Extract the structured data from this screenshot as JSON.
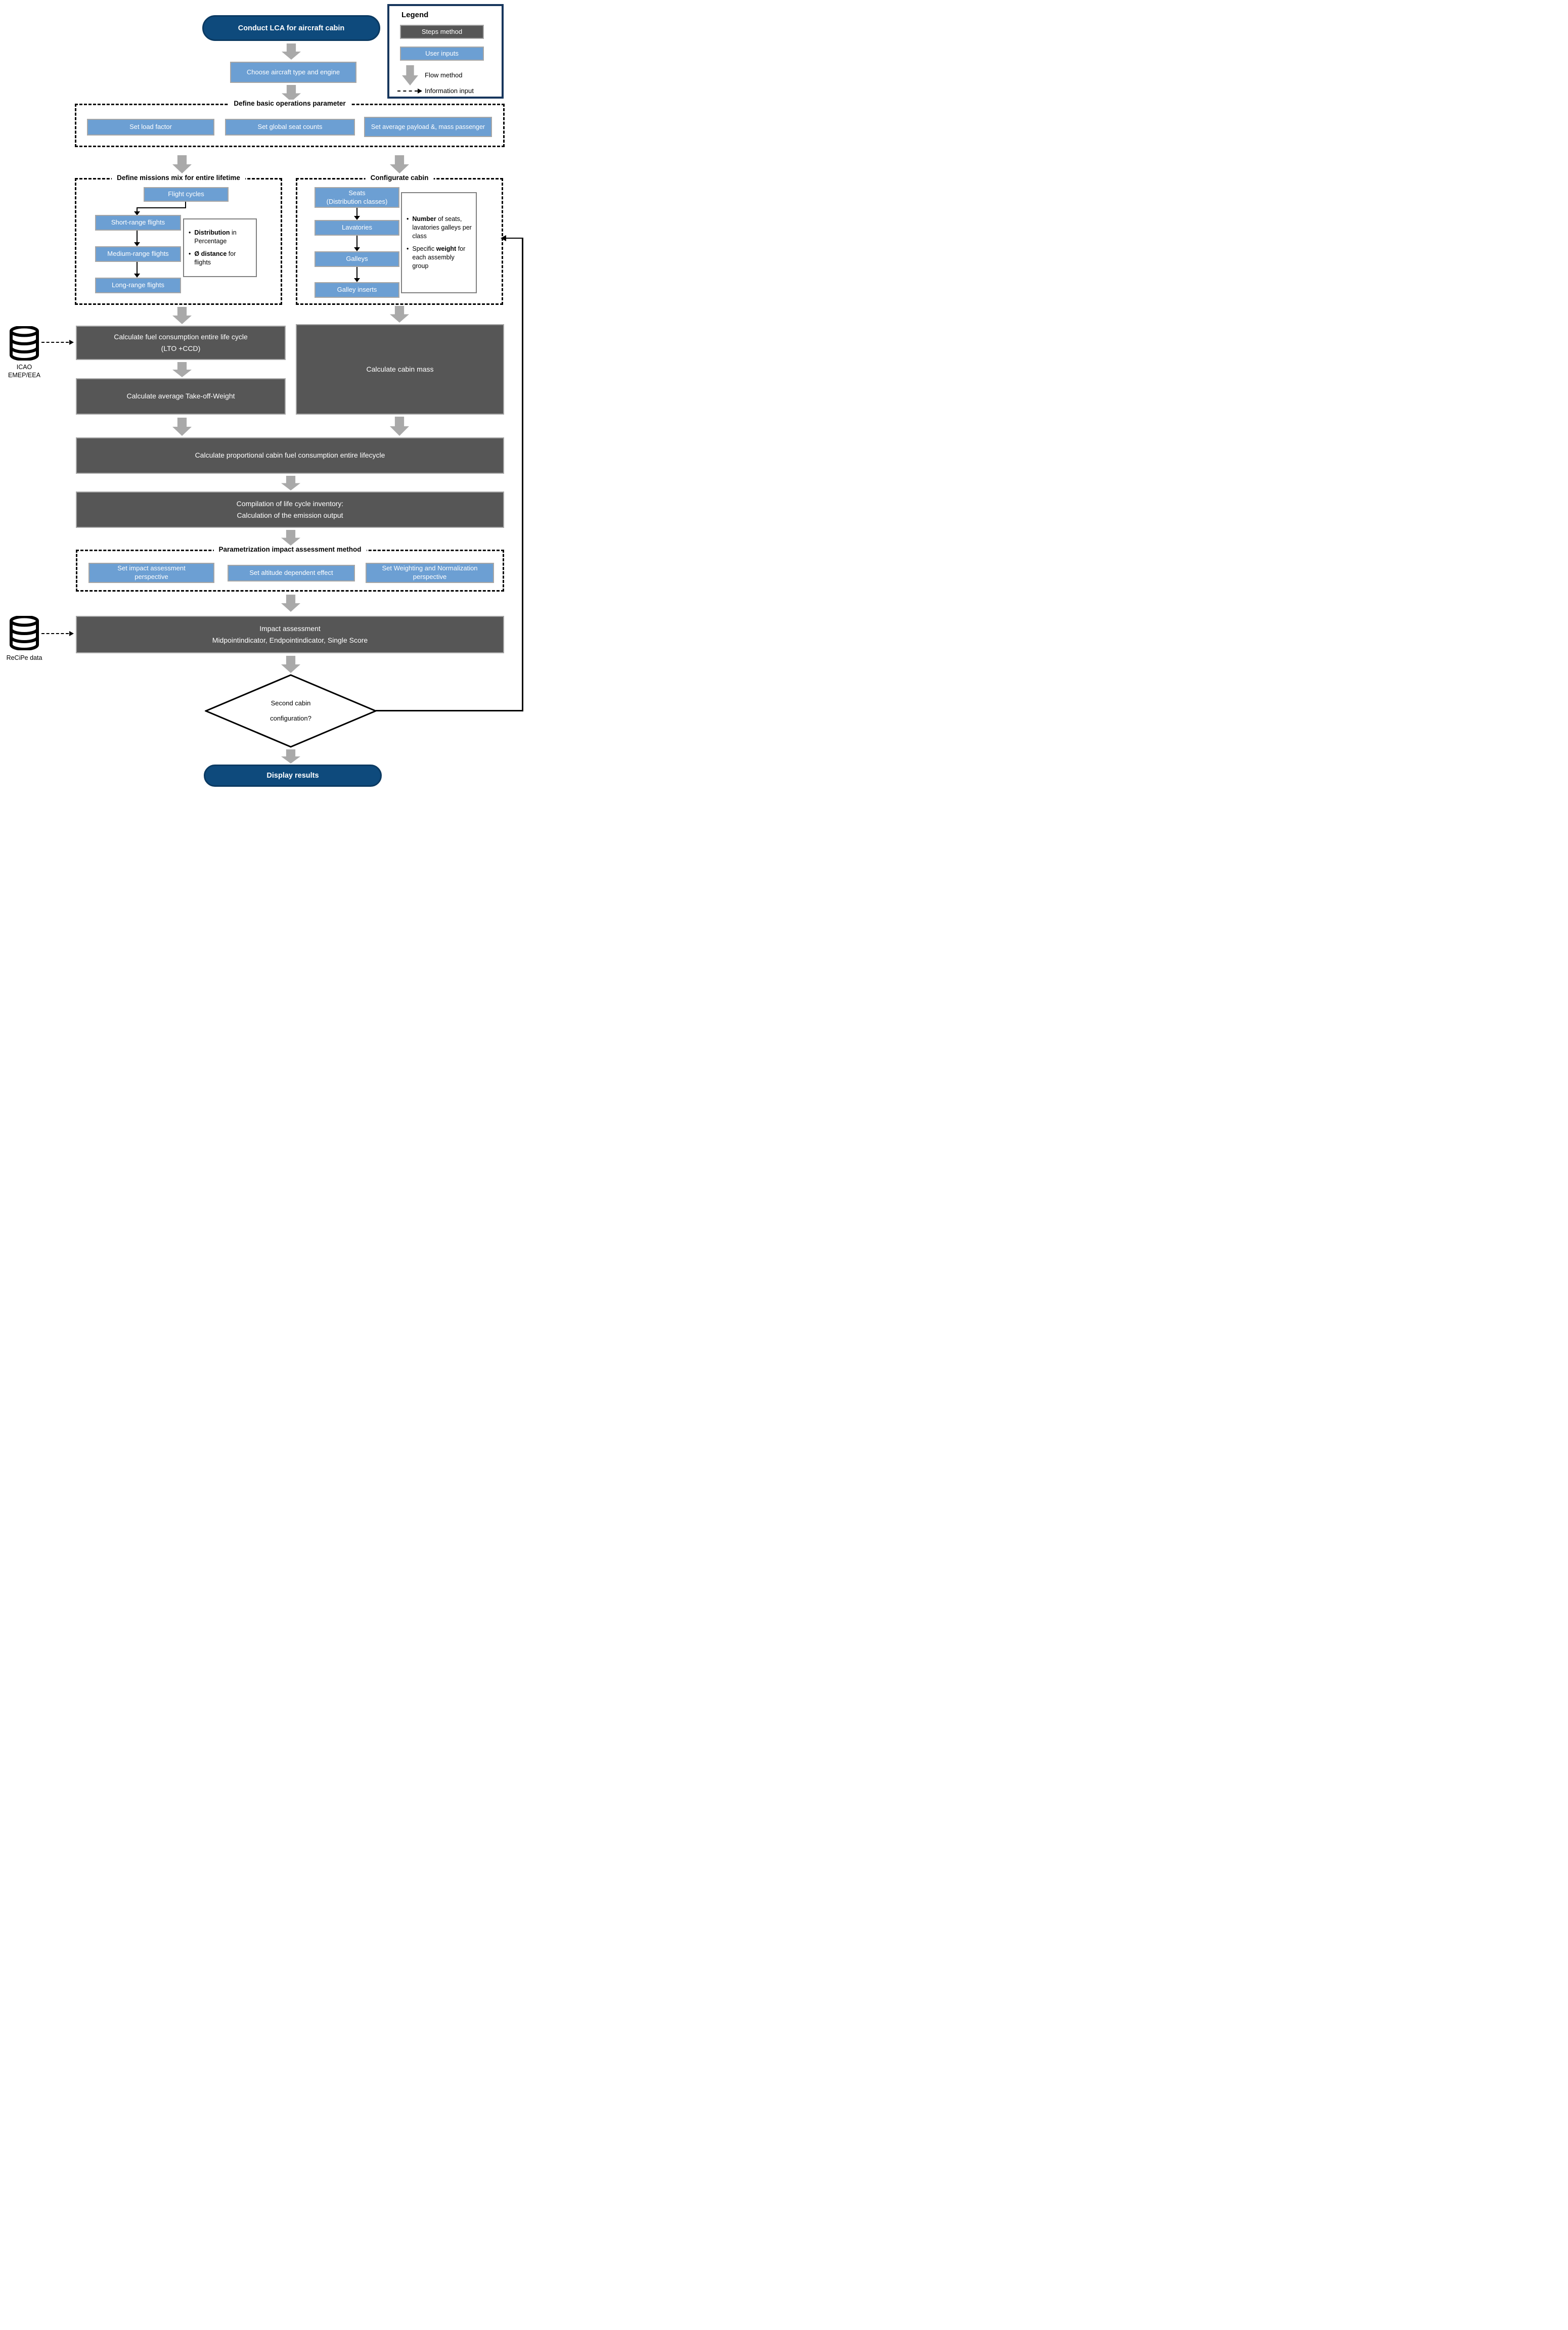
{
  "colors": {
    "navy": "#0E4A7C",
    "input_blue": "#6C9FD3",
    "step_gray": "#565656",
    "arrow_gray": "#A9A9A9",
    "legend_border": "#17365D"
  },
  "start_node": {
    "label": "Conduct LCA for aircraft cabin"
  },
  "choose_node": {
    "label": "Choose aircraft type and engine"
  },
  "legend": {
    "title": "Legend",
    "steps": "Steps method",
    "inputs": "User inputs",
    "flow": "Flow method",
    "info": "Information input"
  },
  "basic_ops": {
    "title": "Define basic operations parameter",
    "items": [
      "Set load factor",
      "Set global seat counts",
      "Set average payload &, mass passenger"
    ]
  },
  "missions": {
    "title": "Define missions mix for entire lifetime",
    "flight_cycles": "Flight cycles",
    "flights": [
      "Short-range flights",
      "Medium-range flights",
      "Long-range flights"
    ],
    "note": [
      {
        "pre": "",
        "bold": "Distribution",
        "post": " in Percentage"
      },
      {
        "pre": "",
        "bold": "Ø distance",
        "post": " for flights"
      }
    ]
  },
  "cabin": {
    "title": "Configurate cabin",
    "items": [
      "Seats\n(Distribution classes)",
      "Lavatories",
      "Galleys",
      "Galley inserts"
    ],
    "note": [
      {
        "pre": "",
        "bold": "Number",
        "post": " of seats, lavatories galleys per class"
      },
      {
        "pre": "Specific ",
        "bold": "weight",
        "post": " for each assembly group"
      }
    ]
  },
  "calc": {
    "fuel": "Calculate fuel consumption entire life cycle\n(LTO +CCD)",
    "cabin_mass": "Calculate cabin mass",
    "tow": "Calculate average Take-off-Weight",
    "proportional": "Calculate proportional cabin fuel consumption entire lifecycle",
    "compilation": "Compilation of life cycle inventory:\nCalculation of the emission output",
    "impact": "Impact assessment\nMidpointindicator, Endpointindicator, Single Score"
  },
  "param": {
    "title": "Parametrization impact assessment method",
    "items": [
      "Set impact assessment\nperspective",
      "Set altitude dependent effect",
      "Set Weighting and Normalization\nperspective"
    ]
  },
  "databases": {
    "icao": "ICAO\nEMEP/EEA",
    "recipe": "ReCiPe data"
  },
  "decision": {
    "label": "Second cabin\nconfiguration?"
  },
  "end_node": {
    "label": "Display results"
  }
}
